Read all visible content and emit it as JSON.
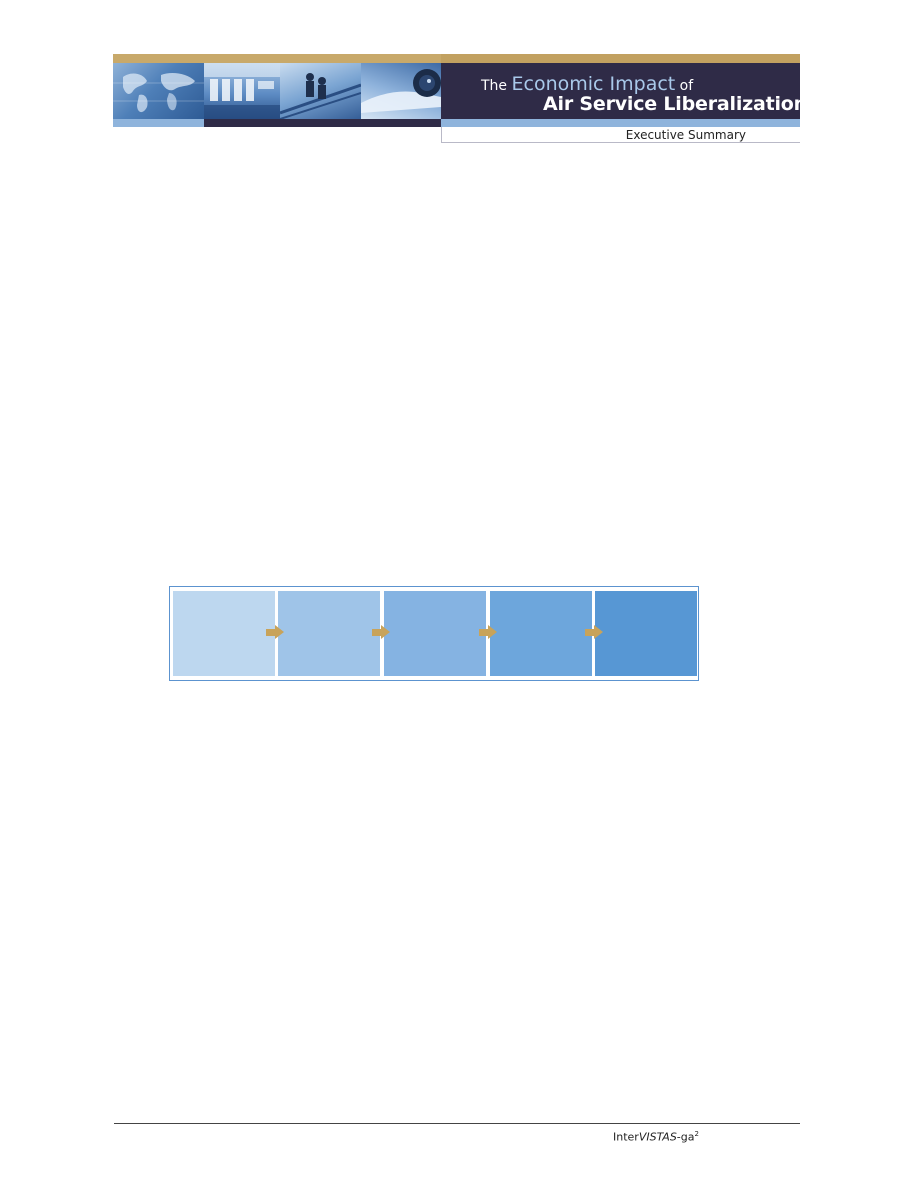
{
  "header": {
    "title_prefix": "The ",
    "title_highlight": "Economic Impact",
    "title_suffix": " of",
    "title_line2": "Air Service Liberalization",
    "subtitle": "Executive Summary",
    "photos": [
      "world-map-photo",
      "airport-gates-photo",
      "travelers-photo",
      "airplane-engine-photo"
    ]
  },
  "diagram": {
    "steps": [
      {
        "color": "#bdd7ef"
      },
      {
        "color": "#9fc4e8"
      },
      {
        "color": "#85b3e2"
      },
      {
        "color": "#6da6dc"
      },
      {
        "color": "#5797d4"
      }
    ],
    "arrow_color": "#c8a35a"
  },
  "footer": {
    "brand_plain": "Inter",
    "brand_italic": "VISTAS",
    "brand_suffix": "-ga",
    "brand_sup": "2"
  }
}
